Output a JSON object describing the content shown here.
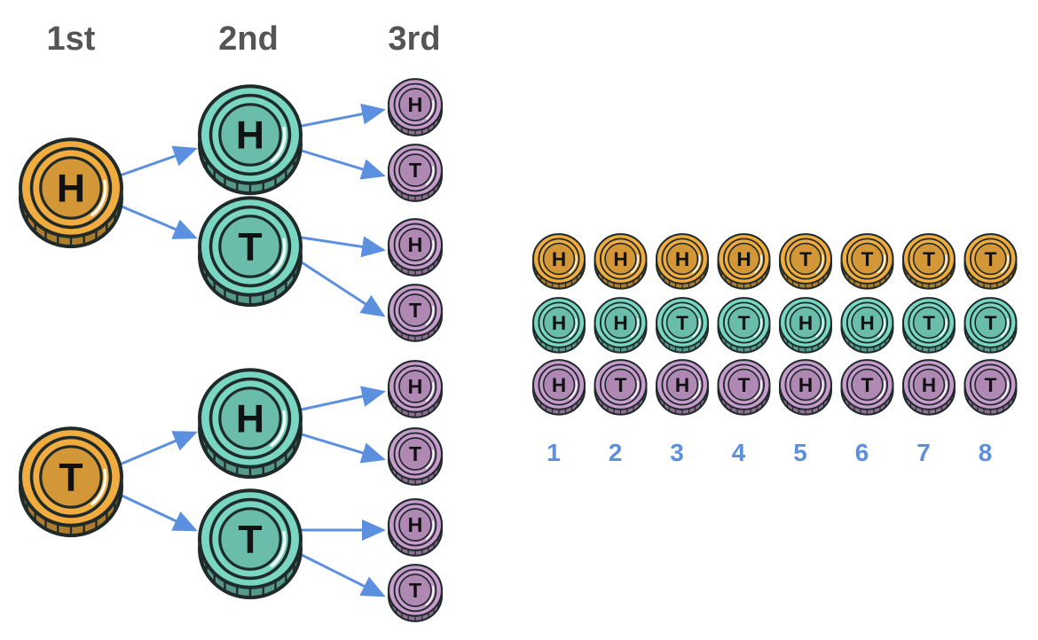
{
  "headers": {
    "first": "1st",
    "second": "2nd",
    "third": "3rd"
  },
  "colors": {
    "first_coin": "#f0ac3e",
    "second_coin": "#79d6c2",
    "third_coin": "#c79bcc",
    "arrow": "#5b8fe0",
    "numbers": "#5b8fe0",
    "header": "#555555",
    "outline": "#1f2a2a"
  },
  "icons": {
    "coin": "coin-icon",
    "arrow": "arrow-icon"
  },
  "tree": [
    {
      "face": "H",
      "children": [
        {
          "face": "H",
          "children": [
            "H",
            "T"
          ]
        },
        {
          "face": "T",
          "children": [
            "H",
            "T"
          ]
        }
      ]
    },
    {
      "face": "T",
      "children": [
        {
          "face": "H",
          "children": [
            "H",
            "T"
          ]
        },
        {
          "face": "T",
          "children": [
            "H",
            "T"
          ]
        }
      ]
    }
  ],
  "outcomes": {
    "rows": [
      [
        "H",
        "H",
        "H",
        "H",
        "T",
        "T",
        "T",
        "T"
      ],
      [
        "H",
        "H",
        "T",
        "T",
        "H",
        "H",
        "T",
        "T"
      ],
      [
        "H",
        "T",
        "H",
        "T",
        "H",
        "T",
        "H",
        "T"
      ]
    ],
    "numbers": [
      "1",
      "2",
      "3",
      "4",
      "5",
      "6",
      "7",
      "8"
    ]
  }
}
